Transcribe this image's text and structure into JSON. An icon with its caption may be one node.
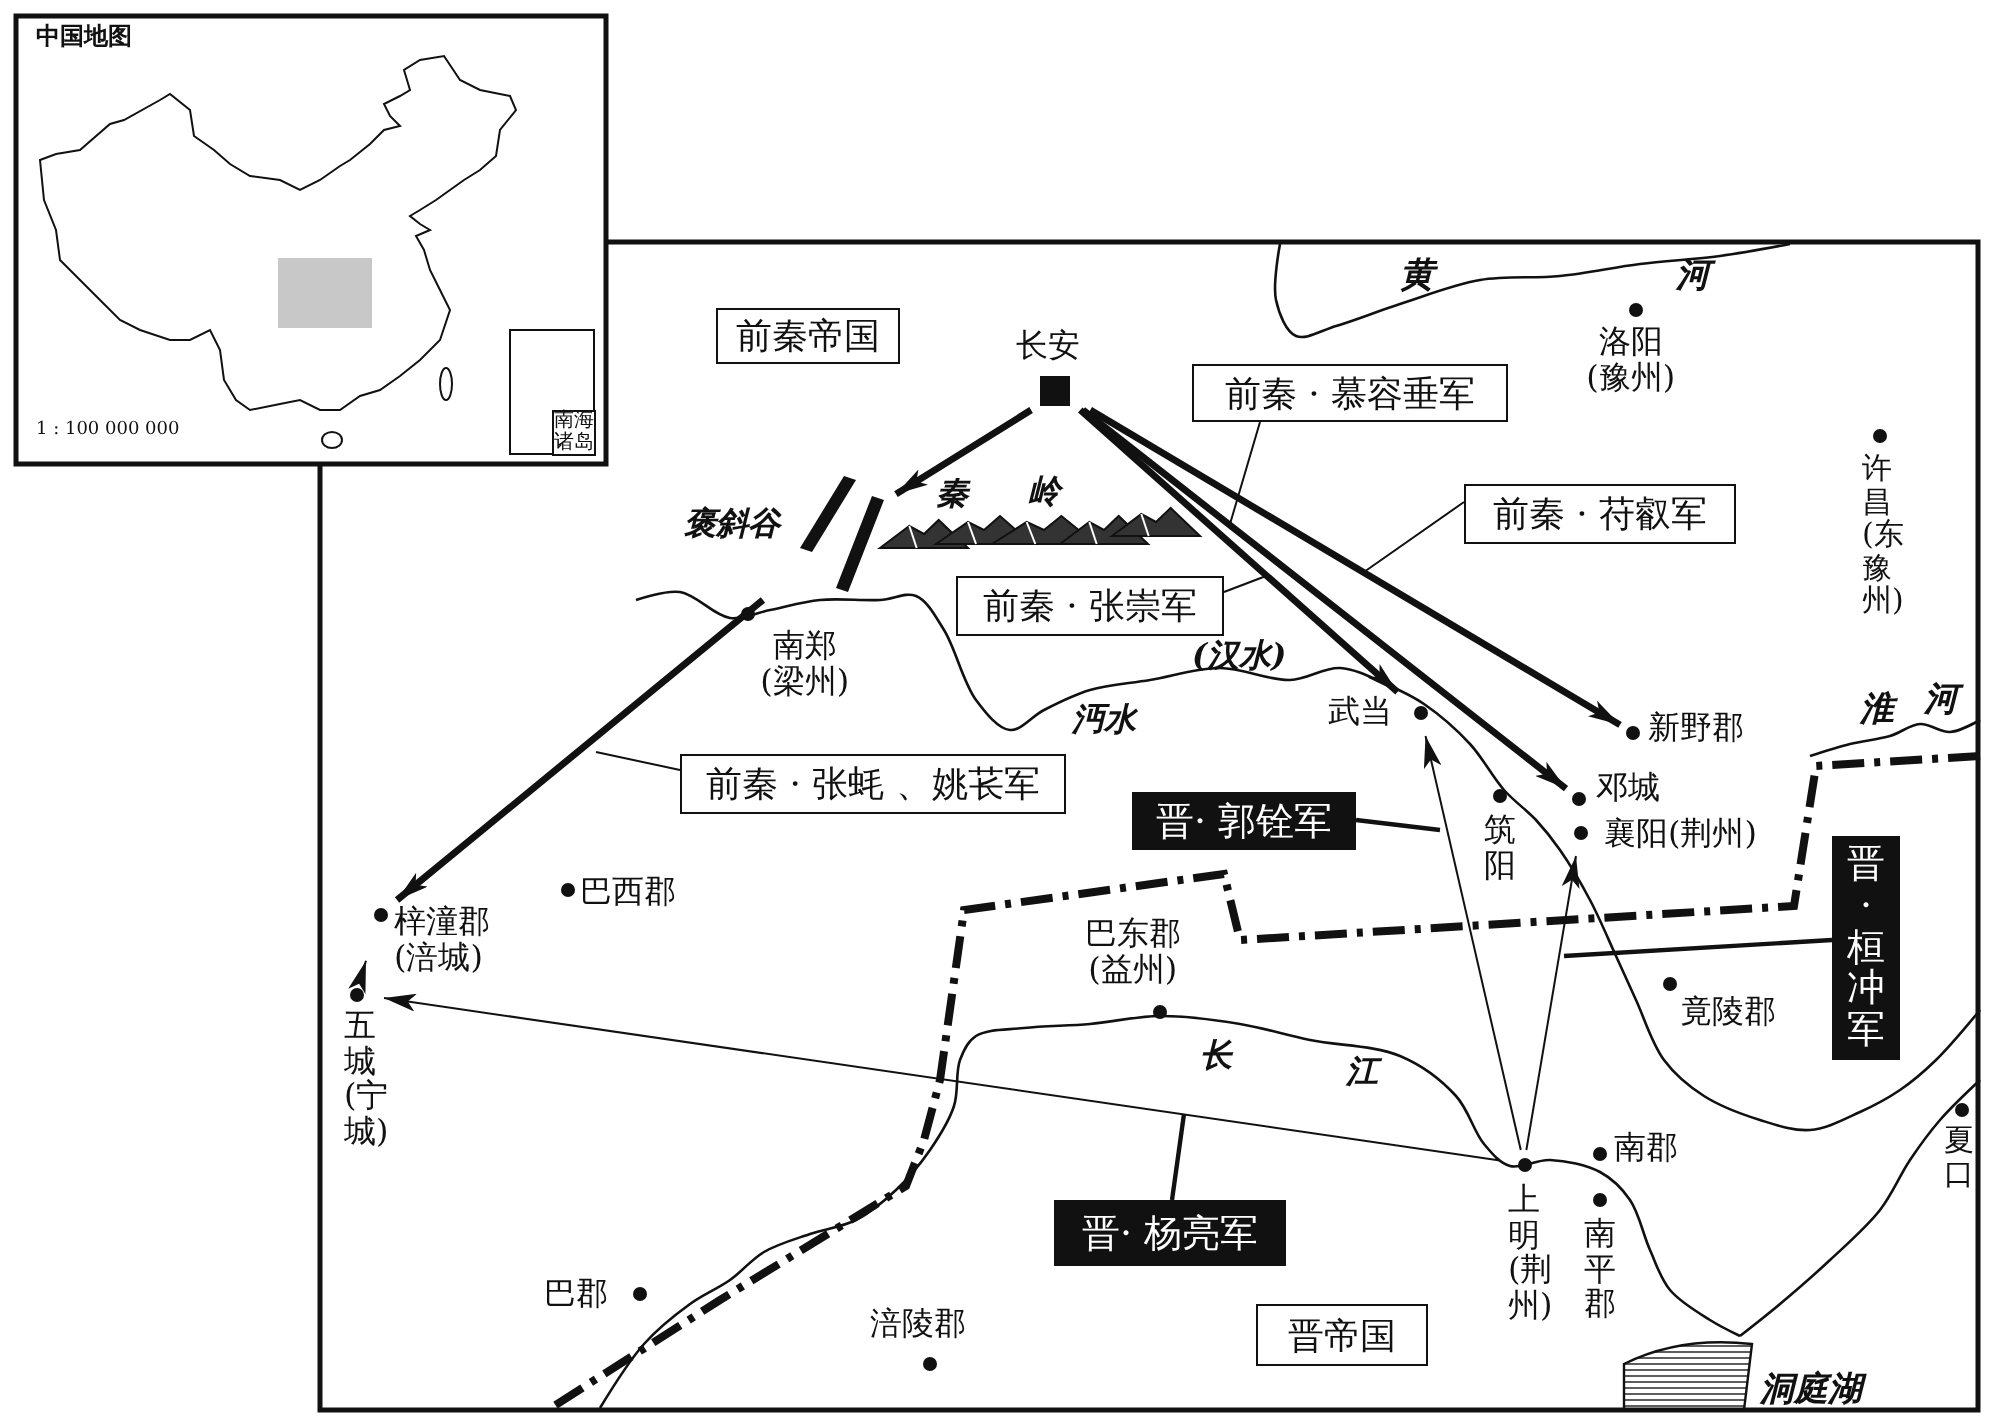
{
  "diagram": {
    "nodes": [
      {
        "text": [
          "长安"
        ]
      },
      {
        "text": [
          "褒斜谷"
        ]
      },
      {
        "text": [
          "梓潼郡(涪城)"
        ]
      },
      {
        "text": [
          "五城(宁城)"
        ]
      },
      {
        "text": [
          "武当"
        ]
      },
      {
        "text": [
          "新野郡"
        ]
      },
      {
        "text": [
          "邓城"
        ]
      },
      {
        "text": [
          "襄阳(荆州)"
        ]
      },
      {
        "text": [
          "上明(荆州)"
        ]
      },
      {
        "text": [
          "前秦帝国"
        ]
      },
      {
        "text": [
          "前秦 · 慕容垂军"
        ]
      },
      {
        "text": [
          "前秦 · 苻叡军"
        ]
      },
      {
        "text": [
          "前秦 · 张崇军"
        ]
      },
      {
        "text": [
          "前秦 · 张蚝 、姚苌军"
        ]
      },
      {
        "text": [
          "晋· 郭铨军"
        ]
      },
      {
        "text": [
          "晋·桓冲军"
        ]
      },
      {
        "text": [
          "晋· 杨亮军"
        ]
      },
      {
        "text": [
          "晋帝国"
        ]
      }
    ],
    "edges": [
      {
        "from": 0,
        "to": 1,
        "arrow": "to",
        "style": "thick"
      },
      {
        "from": 1,
        "to": 2,
        "arrow": "to",
        "style": "thick"
      },
      {
        "from": 0,
        "to": 4,
        "arrow": "to",
        "style": "thick"
      },
      {
        "from": 0,
        "to": 6,
        "arrow": "to",
        "style": "thick"
      },
      {
        "from": 0,
        "to": 5,
        "arrow": "to",
        "style": "thick"
      },
      {
        "from": 8,
        "to": 4,
        "arrow": "to"
      },
      {
        "from": 8,
        "to": 7,
        "arrow": "to"
      },
      {
        "from": 8,
        "to": 3,
        "arrow": "to"
      },
      {
        "from": 3,
        "to": 2,
        "arrow": "to"
      },
      {
        "from": 10,
        "to": null,
        "arrow": "none"
      },
      {
        "from": 11,
        "to": null,
        "arrow": "none"
      },
      {
        "from": 12,
        "to": null,
        "arrow": "none"
      },
      {
        "from": 13,
        "to": null,
        "arrow": "none"
      },
      {
        "from": 14,
        "to": null,
        "arrow": "none"
      },
      {
        "from": 15,
        "to": null,
        "arrow": "none"
      },
      {
        "from": 16,
        "to": null,
        "arrow": "none"
      }
    ],
    "labels": [
      "中国地图",
      "1 : 100 000 000",
      "南海诸岛",
      "黄",
      "河",
      "洛阳(豫州)",
      "许昌(东豫州)",
      "秦",
      "岭",
      "南郑(梁州)",
      "沔水",
      "(汉水)",
      "淮",
      "河",
      "筑阳",
      "巴西郡",
      "巴东郡(益州)",
      "竟陵郡",
      "长",
      "江",
      "南郡",
      "夏口",
      "南平郡",
      "巴郡",
      "涪陵郡",
      "洞庭湖"
    ]
  }
}
